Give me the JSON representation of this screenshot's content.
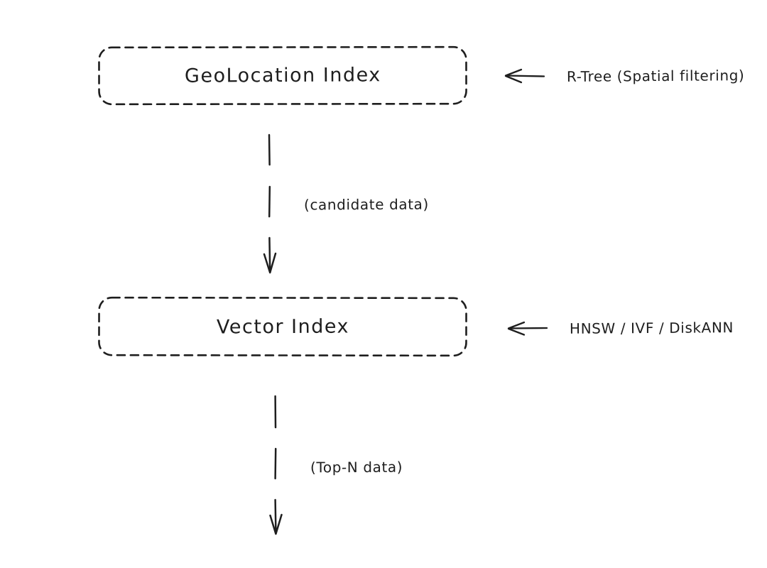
{
  "diagram": {
    "background_color": "#ffffff",
    "stroke_color": "#1e1e1e",
    "nodes": [
      {
        "id": "geolocation-index",
        "label": "GeoLocation Index",
        "border_style": "dashed"
      },
      {
        "id": "vector-index",
        "label": "Vector Index",
        "border_style": "dashed"
      }
    ],
    "annotations": [
      {
        "target": "geolocation-index",
        "icon": "left-arrow-icon",
        "label": "R-Tree (Spatial filtering)"
      },
      {
        "target": "vector-index",
        "icon": "left-arrow-icon",
        "label": "HNSW / IVF / DiskANN"
      }
    ],
    "connectors": [
      {
        "from": "geolocation-index",
        "to": "vector-index",
        "icon": "down-arrow-icon",
        "label": "(candidate data)"
      },
      {
        "from": "vector-index",
        "to": "output",
        "icon": "down-arrow-icon",
        "label": "(Top-N data)"
      }
    ]
  }
}
